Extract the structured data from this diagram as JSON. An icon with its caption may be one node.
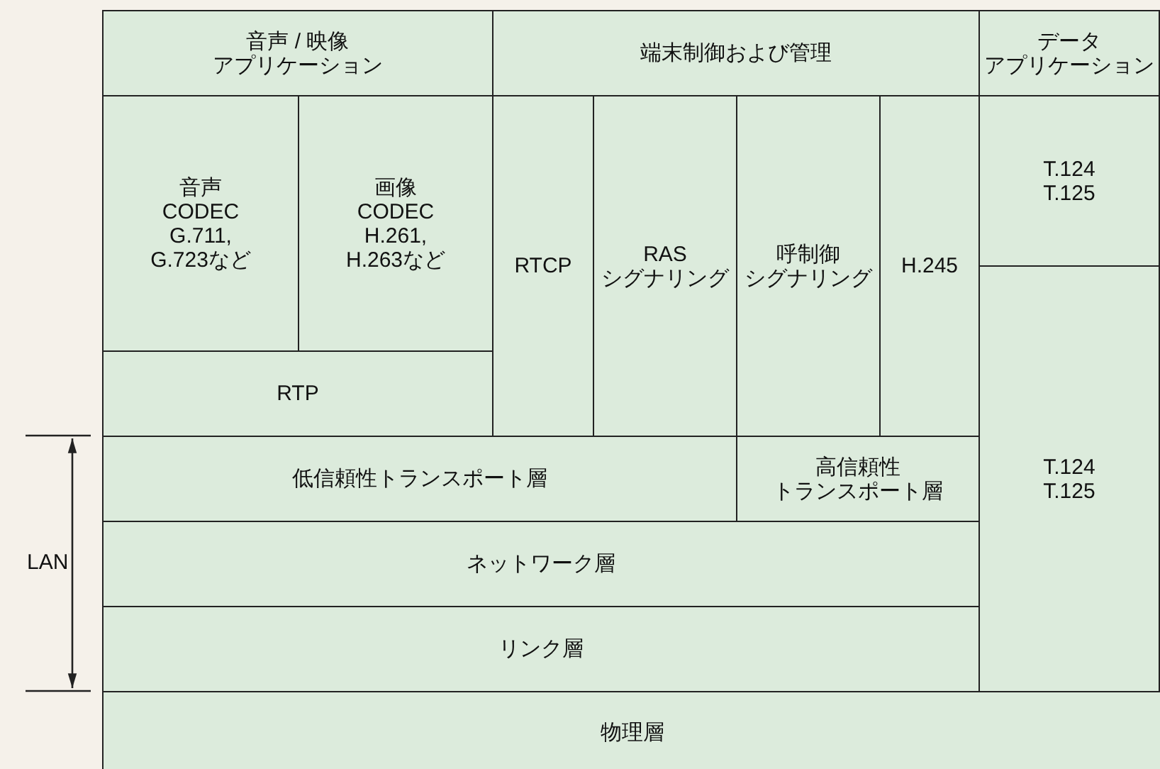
{
  "diagram": {
    "nodes": [
      {
        "text": [
          "音声 / 映像",
          "アプリケーション"
        ]
      },
      {
        "text": [
          "端末制御および管理"
        ]
      },
      {
        "text": [
          "データ",
          "アプリケーション"
        ]
      },
      {
        "text": [
          "音声 CODEC G.711, G.723など"
        ]
      },
      {
        "text": [
          "画像 CODEC H.261, H.263など"
        ]
      },
      {
        "text": [
          "RTCP"
        ]
      },
      {
        "text": [
          "RAS シグナリング"
        ]
      },
      {
        "text": [
          "呼制御",
          "シグナリング"
        ]
      },
      {
        "text": [
          "H.245"
        ]
      },
      {
        "text": [
          "T.124 T.125"
        ]
      },
      {
        "text": [
          "RTP"
        ]
      },
      {
        "text": [
          "低信頼性トランスポート層"
        ]
      },
      {
        "text": [
          "高信頼性",
          "トランスポート層"
        ]
      },
      {
        "text": [
          "T.124 T.125"
        ]
      },
      {
        "text": [
          "ネットワーク層"
        ]
      },
      {
        "text": [
          "リンク層"
        ]
      },
      {
        "text": [
          "物理層"
        ]
      }
    ],
    "labels": [
      "LAN"
    ]
  }
}
